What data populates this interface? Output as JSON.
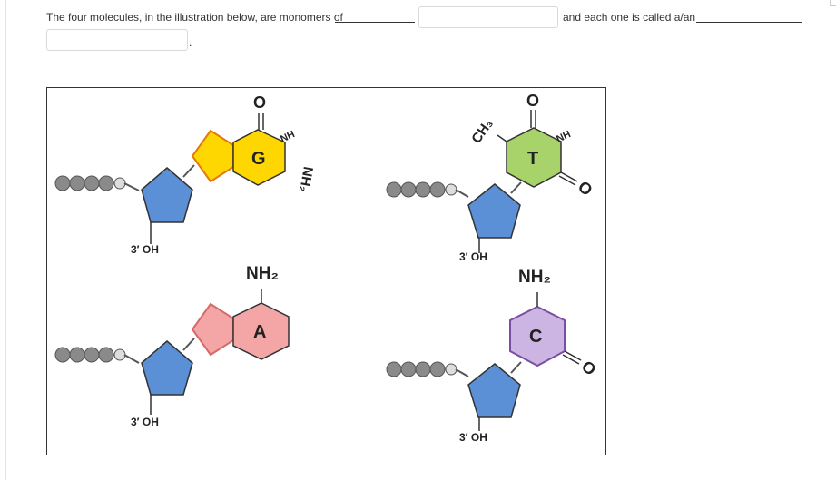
{
  "question": {
    "part1": "The four molecules, in the illustration below, are monomers of",
    "part2": "and each one is called a/an",
    "answer1": "",
    "answer2": ""
  },
  "figure": {
    "nucleotides": [
      {
        "base_letter": "G",
        "top_group": "O",
        "side_group": "NH",
        "extra_group": "NH₂",
        "hydroxyl": "3′ OH",
        "color": "#ffd700"
      },
      {
        "base_letter": "T",
        "top_group": "O",
        "side_group": "NH",
        "methyl": "CH₃",
        "oxygen": "O",
        "hydroxyl": "3′ OH",
        "color": "#a8d36a"
      },
      {
        "base_letter": "A",
        "top_group": "NH₂",
        "hydroxyl": "3′ OH",
        "color": "#f4a6a6"
      },
      {
        "base_letter": "C",
        "top_group": "NH₂",
        "oxygen": "O",
        "hydroxyl": "3′ OH",
        "color": "#cdb5e3"
      }
    ],
    "sugar_color": "#5b8fd6",
    "phosphate_color": "#8a8a8a"
  }
}
